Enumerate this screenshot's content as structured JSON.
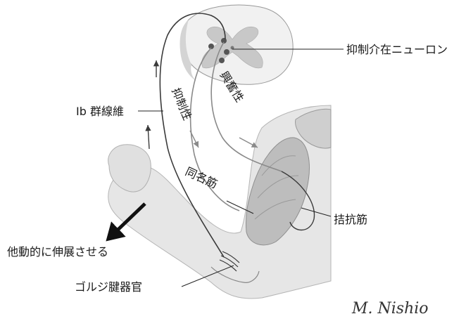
{
  "labels": {
    "inhibitory_interneuron": "抑制介在ニューロン",
    "ib_fiber": "Ib 群線維",
    "inhibitory": "抑制性",
    "excitatory": "興奮性",
    "homonymous_muscle": "同名筋",
    "antagonist_muscle": "拮抗筋",
    "passive_extension": "他動的に伸展させる",
    "golgi_tendon_organ": "ゴルジ腱器官"
  },
  "signature": "M. Nishio",
  "colors": {
    "pathway_dark": "#3a3a3a",
    "pathway_gray": "#8a8a8a",
    "skin": "#e6e6e6",
    "muscle": "#bdbdbd",
    "cord_white": "#f1f1f1",
    "cord_gray": "#c8c8c8"
  }
}
